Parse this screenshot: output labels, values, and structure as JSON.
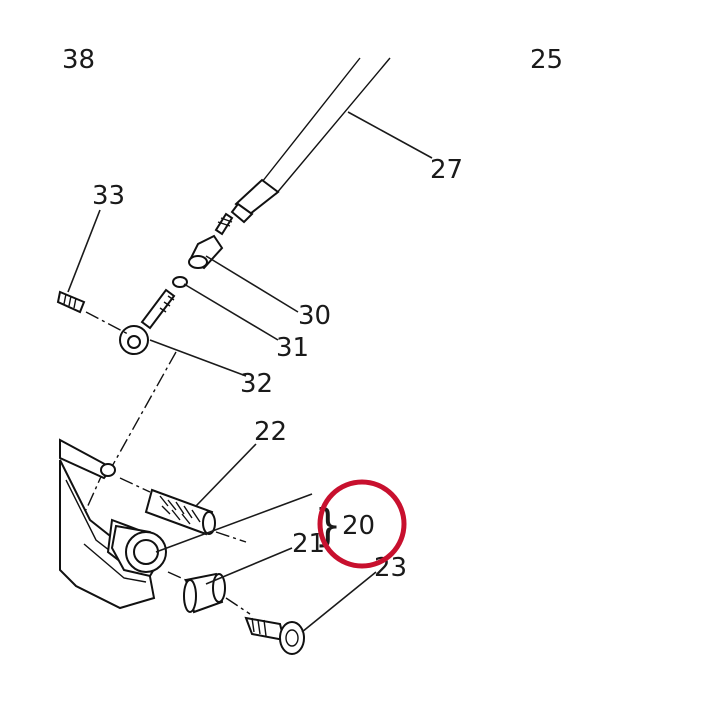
{
  "callouts": {
    "c38": "38",
    "c25": "25",
    "c27": "27",
    "c33": "33",
    "c30": "30",
    "c31": "31",
    "c32": "32",
    "c22": "22",
    "c20": "20",
    "c21": "21",
    "c23": "23"
  },
  "brace_glyph": "}",
  "colors": {
    "highlight_circle": "#c8102e",
    "line_art": "#111111"
  },
  "highlight": {
    "target_callout": "20"
  }
}
